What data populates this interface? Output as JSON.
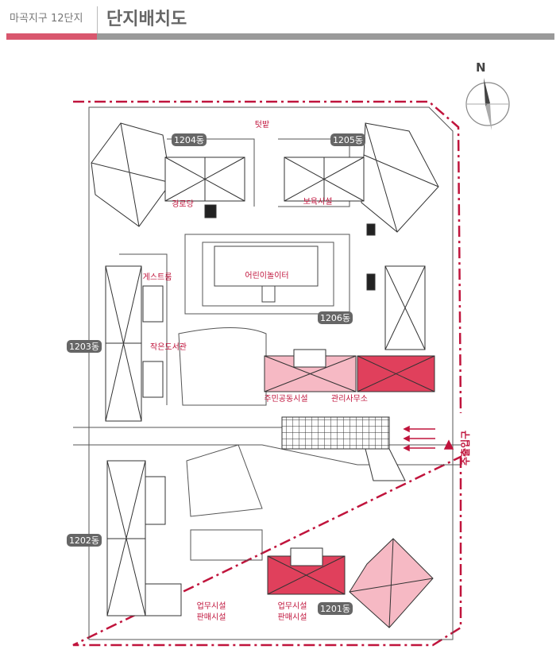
{
  "header": {
    "subtitle": "마곡지구 12단지",
    "title": "단지배치도"
  },
  "compass": {
    "label": "N"
  },
  "buildings": [
    {
      "id": "1204",
      "label": "1204동"
    },
    {
      "id": "1205",
      "label": "1205동"
    },
    {
      "id": "1206",
      "label": "1206동"
    },
    {
      "id": "1203",
      "label": "1203동"
    },
    {
      "id": "1202",
      "label": "1202동"
    },
    {
      "id": "1201",
      "label": "1201동"
    }
  ],
  "facilities": {
    "gazebo": "텃밭",
    "senior_center": "경로당",
    "daycare": "보육시설",
    "playground": "어린이놀이터",
    "guest_room": "게스트룸",
    "library": "작은도서관",
    "community": "주민공동시설",
    "management": "관리사무소",
    "commercial_1": "업무시설",
    "commercial_2": "판매시설",
    "commercial_3": "업무시설",
    "commercial_4": "판매시설"
  },
  "entrance": {
    "label": "주출입구"
  },
  "colors": {
    "accent_pink": "#d9576e",
    "boundary_red": "#c0143c",
    "highlight_dark": "#e0405c",
    "highlight_light": "#f6b9c4"
  }
}
